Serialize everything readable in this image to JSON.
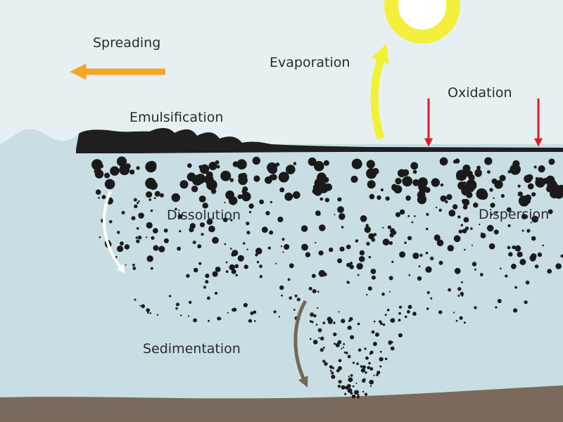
{
  "labels": {
    "spreading": "Spreading",
    "evaporation": "Evaporation",
    "oxidation": "Oxidation",
    "emulsification": "Emulsification",
    "dissolution": "Dissolution",
    "dispersion": "Dispersion",
    "sedimentation": "Sedimentation"
  },
  "colors": {
    "sky": "#e6f0f3",
    "water": "#c8dee2",
    "seabed": "#7b6a5c",
    "oil": "#1f1f1f",
    "sun_core": "#ffffff",
    "sun_ring": "#f4ef3c",
    "spreading_arrow": "#f5a623",
    "evaporation_arrow": "#f2f233",
    "oxidation_arrows": "#e01b24",
    "dissolution_arrow": "#ffffff",
    "sedimentation_arrow": "#7a6558",
    "droplets": "#1a1a1a"
  }
}
